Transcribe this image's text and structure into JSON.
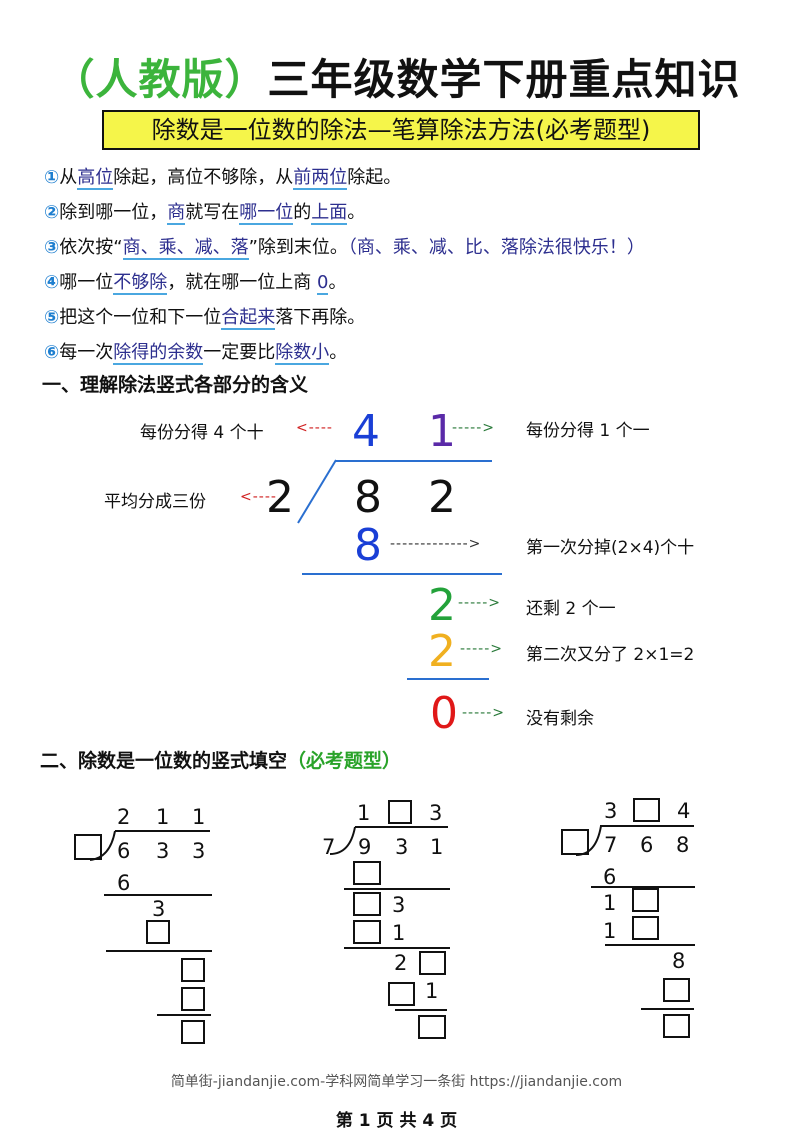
{
  "title": {
    "publisher": "（人教版）",
    "main": "三年级数学下册重点知识"
  },
  "subtitle": "除数是一位数的除法—笔算除法方法(必考题型)",
  "rules": [
    {
      "num": "①",
      "parts": [
        "从",
        "高位",
        "除起，高位不够除，从",
        "前两位",
        "除起。"
      ]
    },
    {
      "num": "②",
      "parts": [
        "除到哪一位，",
        "商",
        "就写在",
        "哪一位",
        "的",
        "上面",
        "。"
      ]
    },
    {
      "num": "③",
      "parts": [
        "依次按“",
        "商、乘、减、落",
        "”除到末位。",
        "（商、乘、减、比、落除法很快乐！）"
      ]
    },
    {
      "num": "④",
      "parts": [
        "哪一位",
        "不够除",
        "，就在哪一位上商 ",
        "0",
        "。"
      ]
    },
    {
      "num": "⑤",
      "parts": [
        "把这个一位和下一位",
        "合起来",
        "落下再除。"
      ]
    },
    {
      "num": "⑥",
      "parts": [
        "每一次",
        "除得的余数",
        "一定要比",
        "除数小",
        "。"
      ]
    }
  ],
  "section1": {
    "heading": "一、理解除法竖式各部分的含义",
    "quotient": [
      "4",
      "1"
    ],
    "divisor": "2",
    "dividend": [
      "8",
      "2"
    ],
    "step1": "8",
    "remainder1": "2",
    "step2": "2",
    "final": "0",
    "labels": {
      "tens_each": "每份分得 4 个十",
      "ones_each": "每份分得 1 个一",
      "divide_into": "平均分成三份",
      "first_take": "第一次分掉(2×4)个十",
      "left": "还剩 2 个一",
      "second_take": "第二次又分了 2×1=2",
      "none_left": "没有剩余"
    },
    "arrow_left": "<----",
    "arrow_right": "----->",
    "arrow_right_long": "------------->",
    "colors": {
      "blue": "#1a3fd6",
      "purple": "#5a2aa8",
      "green": "#23a23a",
      "orange": "#f0b020",
      "red": "#e01818",
      "arrow_red": "#d02020",
      "arrow_green": "#2a7a3a"
    }
  },
  "section2": {
    "heading": "二、除数是一位数的竖式填空",
    "tag": "（必考题型）",
    "problems": [
      {
        "quotient": [
          "2",
          "1",
          "1"
        ],
        "divisor": "□",
        "dividend": [
          "6",
          "3",
          "3"
        ],
        "rows": [
          "6",
          "3"
        ]
      },
      {
        "quotient": [
          "1",
          "□",
          "3"
        ],
        "divisor": "7",
        "dividend": [
          "9",
          "3",
          "1"
        ],
        "rows": [
          "3",
          "1",
          "2",
          "1"
        ]
      },
      {
        "quotient": [
          "3",
          "□",
          "4"
        ],
        "divisor": "□",
        "dividend": [
          "7",
          "6",
          "8"
        ],
        "rows": [
          "6",
          "1",
          "1",
          "8"
        ]
      }
    ]
  },
  "footer": {
    "watermark": "简单街-jiandanjie.com-学科网简单学习一条街 https://jiandanjie.com",
    "page": "第 1 页 共 4 页"
  }
}
